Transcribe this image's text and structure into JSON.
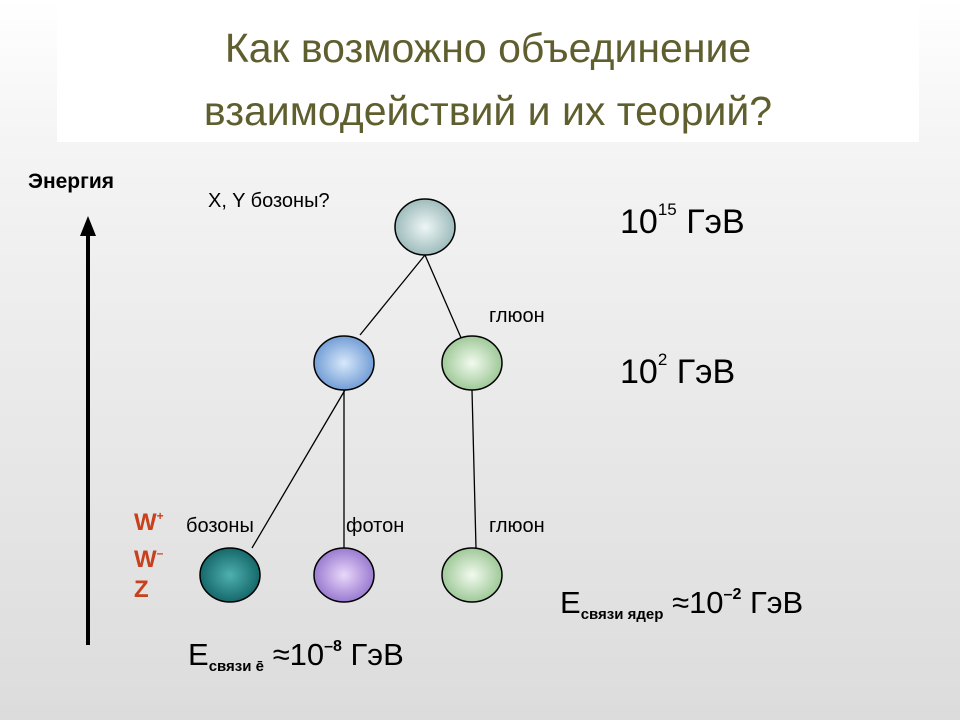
{
  "title": {
    "line1": "Как возможно объединение",
    "line2": "взаимодействий и их теорий?"
  },
  "axis": {
    "label": "Энергия"
  },
  "labels": {
    "xy_bosons": "X, Y бозоны?",
    "gluon_top": "глюон",
    "bosons": "бозоны",
    "photon": "фотон",
    "gluon_bottom": "глюон"
  },
  "energy_levels": {
    "gut_base": "10",
    "gut_exp": "15",
    "gut_unit": " ГэВ",
    "ew_base": "10",
    "ew_exp": "2",
    "ew_unit": " ГэВ"
  },
  "weak_bosons": {
    "w_plus": "W",
    "w_plus_sup": "+",
    "w_minus": "W",
    "w_minus_sup": "–",
    "z": "Z"
  },
  "binding": {
    "nuclear_E": "E",
    "nuclear_sub": "связи ядер",
    "nuclear_approx": " ≈10",
    "nuclear_exp": "–2",
    "nuclear_unit": " ГэВ",
    "electron_E": "E",
    "electron_sub": "связи ē",
    "electron_approx": " ≈10",
    "electron_exp": "–8",
    "electron_unit": " ГэВ"
  },
  "colors": {
    "title": "#5f5e2e",
    "weak_label": "#c8401c",
    "node_top": "#a8c6c6",
    "node_electroweak": "#7fa8dc",
    "node_gluon": "#b8dcb0",
    "node_weak": "#0f6e70",
    "node_photon": "#a888d8"
  }
}
